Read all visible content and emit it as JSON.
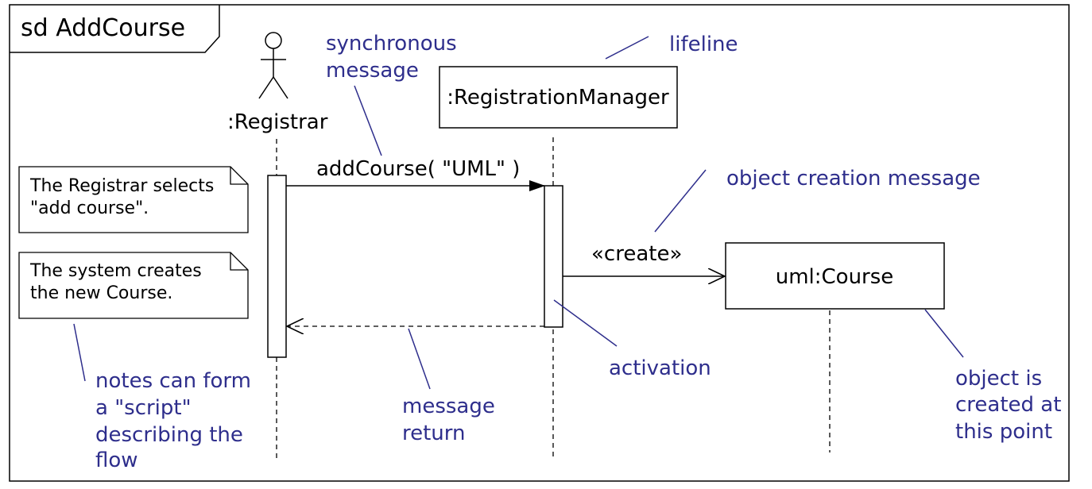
{
  "frame": {
    "title": "sd AddCourse"
  },
  "participants": {
    "registrar": ":Registrar",
    "manager": ":RegistrationManager",
    "course": "uml:Course"
  },
  "messages": {
    "add_course": "addCourse( \"UML\" )",
    "create": "«create»"
  },
  "notes": {
    "note1": [
      "The Registrar selects",
      "\"add course\"."
    ],
    "note2": [
      "The system creates",
      "the new Course."
    ]
  },
  "annotations": {
    "synchronous_message": [
      "synchronous",
      "message"
    ],
    "lifeline": "lifeline",
    "object_creation_message": "object creation message",
    "activation": "activation",
    "message_return": [
      "message",
      "return"
    ],
    "notes_script": [
      "notes can form",
      "a \"script\"",
      "describing the",
      "flow"
    ],
    "object_created": [
      "object is",
      "created at",
      "this point"
    ]
  },
  "colors": {
    "annotation": "#2e2e8c",
    "line": "#000000"
  }
}
